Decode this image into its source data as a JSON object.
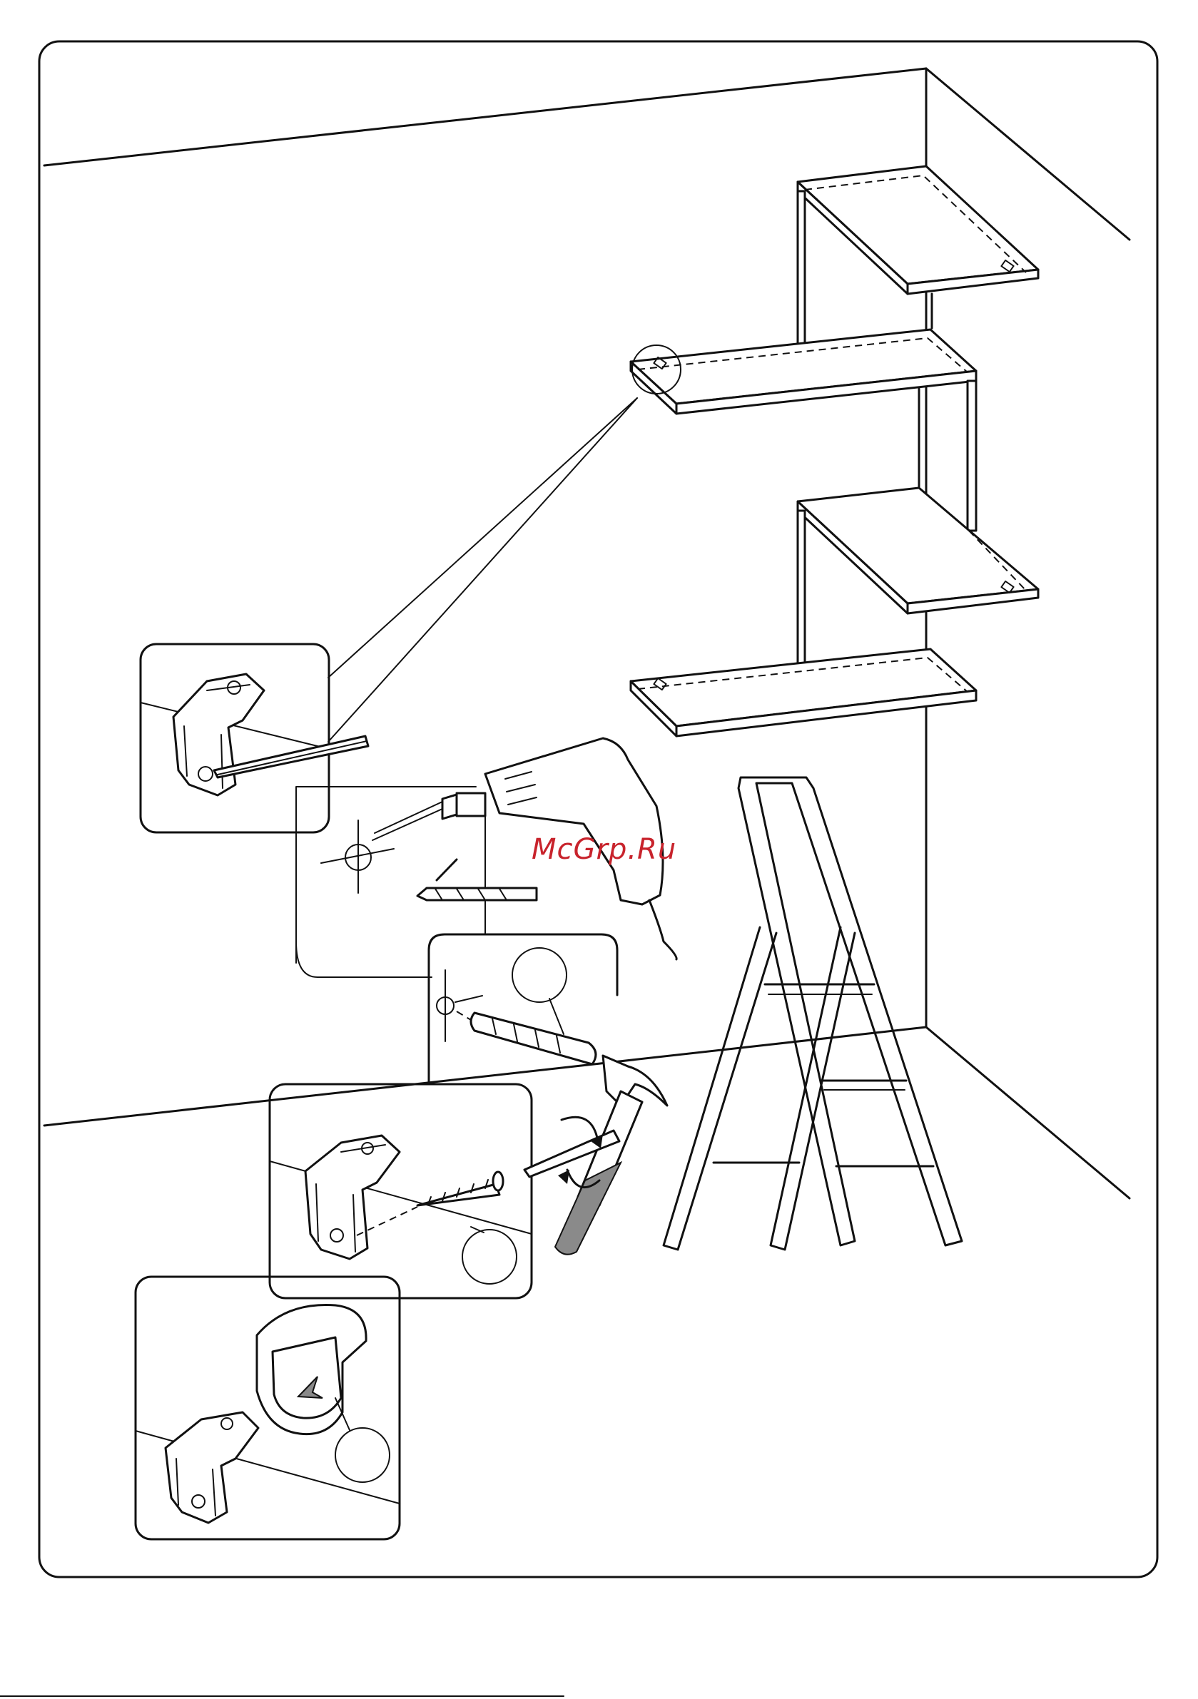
{
  "watermark": {
    "text": "McGrp.Ru",
    "color": "#c8232c"
  },
  "scene_parts": [
    "room-corner",
    "zigzag-wall-shelf",
    "mounting-bracket",
    "pencil",
    "electric-drill",
    "drill-bit",
    "wall-plug",
    "hammer",
    "screw",
    "screwdriver",
    "bracket-cover-cap",
    "step-ladder"
  ]
}
